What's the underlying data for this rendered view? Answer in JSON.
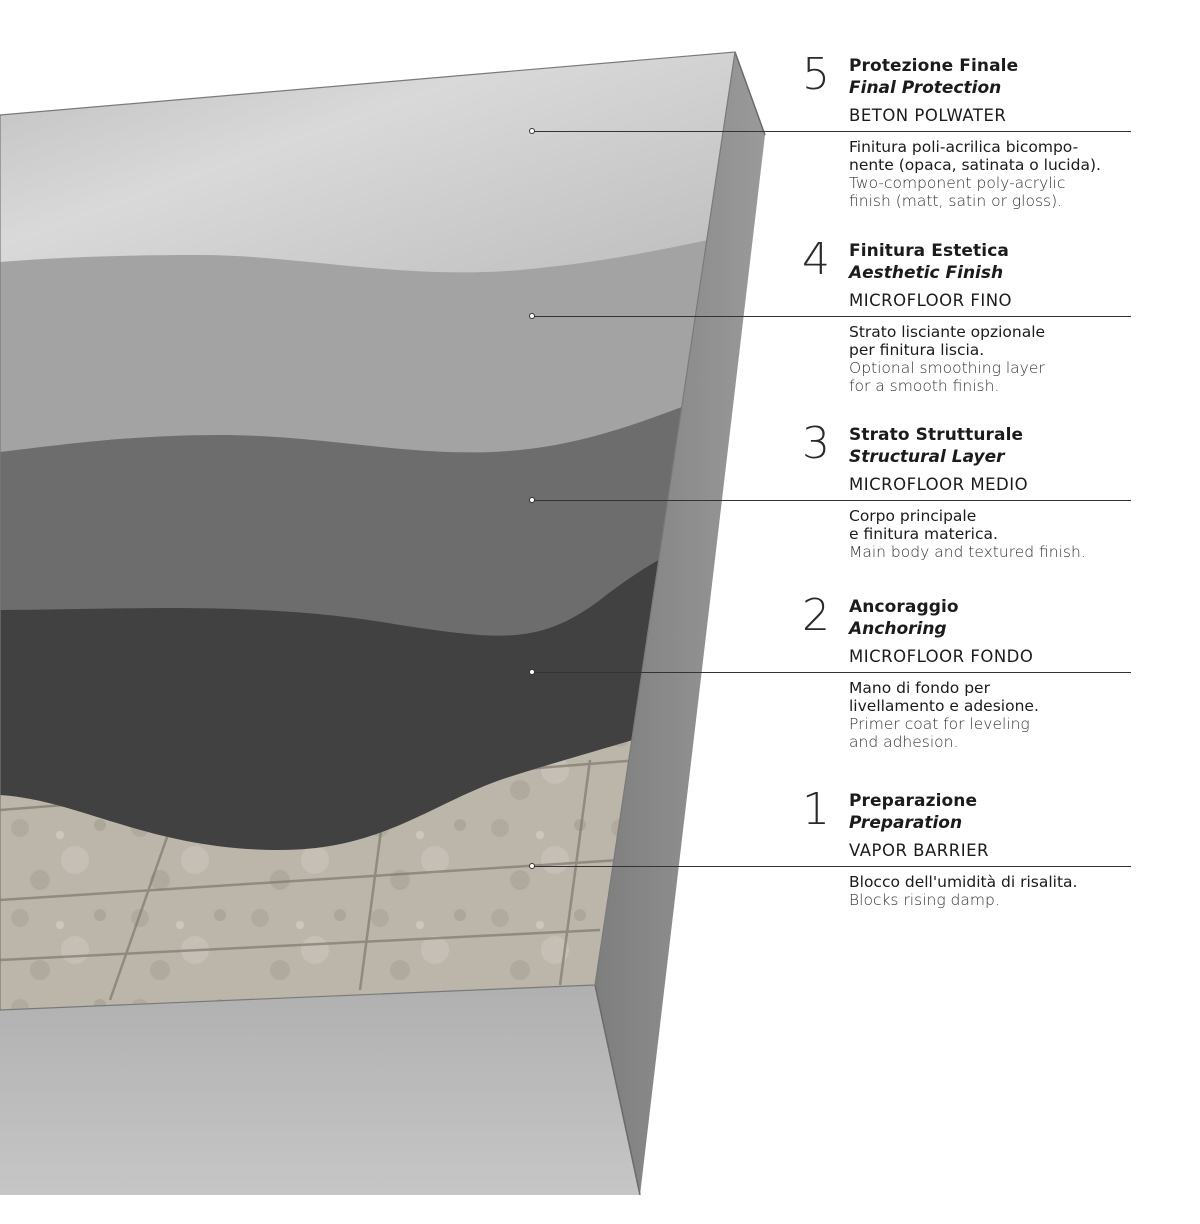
{
  "layers": [
    {
      "number": "5",
      "title_it": "Protezione Finale",
      "title_en": "Final Protection",
      "product": "BETON POLWATER",
      "description_it": [
        "Finitura poli-acrilica bicompo-",
        "nente (opaca, satinata o lucida)."
      ],
      "description_en": [
        "Two-component poly-acrylic",
        "finish (matt, satin or gloss)."
      ],
      "color": "#c4c4c4"
    },
    {
      "number": "4",
      "title_it": "Finitura Estetica",
      "title_en": "Aesthetic Finish",
      "product": "MICROFLOOR FINO",
      "description_it": [
        "Strato lisciante opzionale",
        "per finitura liscia."
      ],
      "description_en": [
        "Optional smoothing layer",
        "for a smooth finish."
      ],
      "color": "#a3a3a3"
    },
    {
      "number": "3",
      "title_it": "Strato Strutturale",
      "title_en": "Structural Layer",
      "product": "MICROFLOOR MEDIO",
      "description_it": [
        "Corpo principale",
        "e finitura materica."
      ],
      "description_en": [
        "Main body and textured finish."
      ],
      "color": "#6d6d6d"
    },
    {
      "number": "2",
      "title_it": "Ancoraggio",
      "title_en": "Anchoring",
      "product": "MICROFLOOR FONDO",
      "description_it": [
        "Mano di fondo per",
        "livellamento e adesione."
      ],
      "description_en": [
        "Primer coat for leveling",
        "and adhesion."
      ],
      "color": "#414141"
    },
    {
      "number": "1",
      "title_it": "Preparazione",
      "title_en": "Preparation",
      "product": "VAPOR BARRIER",
      "description_it": [
        "Blocco dell'umidità di risalita."
      ],
      "description_en": [
        "Blocks rising damp."
      ],
      "color": "#b9b3a8"
    }
  ],
  "frame_color": "#8c8c8c"
}
